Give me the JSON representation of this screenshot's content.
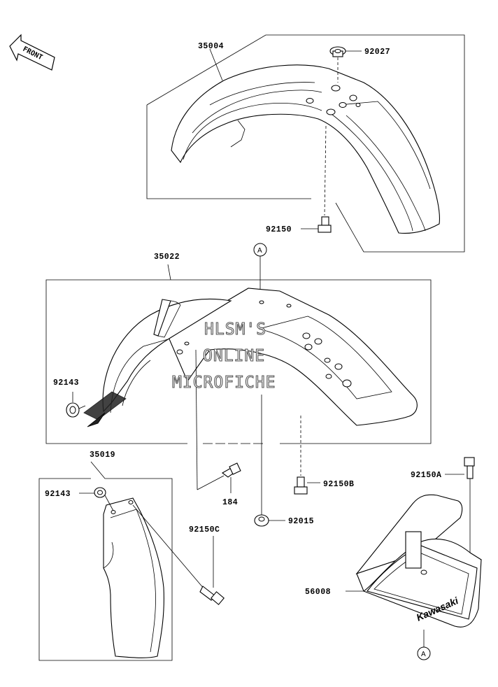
{
  "front_arrow": {
    "label": "FRONT",
    "icon": "front-arrow-icon"
  },
  "watermark": {
    "lines": [
      "HLSM'S",
      "ONLINE",
      "MICROFICHE"
    ]
  },
  "parts": {
    "front_fender": "35004",
    "grommet_top": "92027",
    "bolt_front_fender": "92150",
    "rear_fender": "35022",
    "collar_rear": "92143",
    "bolt_184": "184",
    "bolt_rear_fender": "92150B",
    "nut_92015": "92015",
    "side_cover": "35019",
    "collar_side": "92143",
    "bolt_side": "92150C",
    "bolt_box": "92150A",
    "tool_box": "56008"
  },
  "reference_marks": {
    "upper": "A",
    "lower": "A"
  },
  "brand": "Kawasaki"
}
